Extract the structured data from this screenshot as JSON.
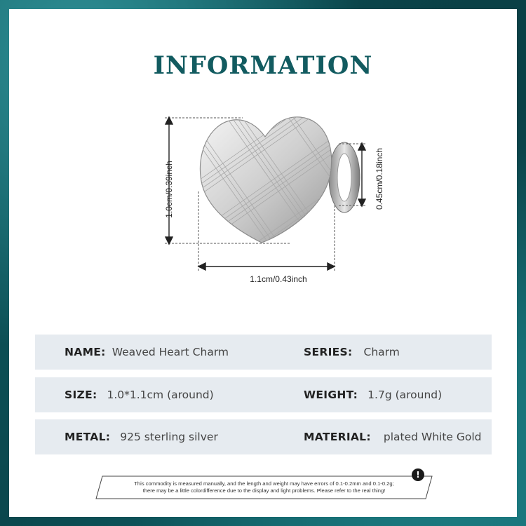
{
  "header": {
    "title": "INFORMATION"
  },
  "dimensions": {
    "height": "1.0cm/0.39inch",
    "width": "1.1cm/0.43inch",
    "depth": "0.45cm/0.18inch"
  },
  "specs": {
    "name": {
      "label": "NAME:",
      "value": "Weaved Heart Charm"
    },
    "series": {
      "label": "SERIES:",
      "value": "Charm"
    },
    "size": {
      "label": "SIZE:",
      "value": "1.0*1.1cm (around)"
    },
    "weight": {
      "label": "WEIGHT:",
      "value": "1.7g (around)"
    },
    "metal": {
      "label": "METAL:",
      "value": "925 sterling silver"
    },
    "material": {
      "label": "MATERIAL:",
      "value": "plated White Gold"
    }
  },
  "notice": {
    "line1": "This commodity is measured manually, and the length and weight may have errors of 0.1-0.2mm and 0.1-0.2g;",
    "line2": "there may be a little colordifference due to the display and light problems. Please refer to the real thing!"
  },
  "colors": {
    "frame": "#0d4f55",
    "title": "#125b60",
    "row_bg": "#e6ebf0"
  }
}
